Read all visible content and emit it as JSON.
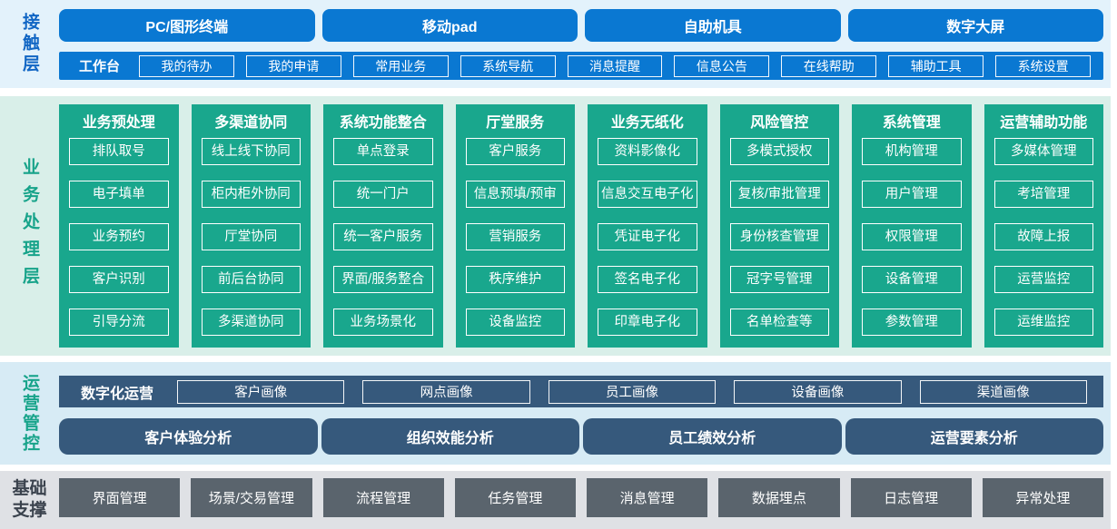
{
  "colors": {
    "blue": "#0a78d2",
    "blue_label": "#1166c4",
    "teal": "#19a78d",
    "teal_label": "#17a38a",
    "slate": "#36597c",
    "gray_btn": "#5a646d",
    "gray_label": "#3a424d",
    "band_blue": "#e3f2fb",
    "band_green": "#d9efe9",
    "band_ops": "#d7ebf5",
    "band_gray": "#dfe1e5"
  },
  "layers": {
    "contact": {
      "label": "接触层",
      "terminals": [
        "PC/图形终端",
        "移动pad",
        "自助机具",
        "数字大屏"
      ],
      "workbench_label": "工作台",
      "workbench_items": [
        "我的待办",
        "我的申请",
        "常用业务",
        "系统导航",
        "消息提醒",
        "信息公告",
        "在线帮助",
        "辅助工具",
        "系统设置"
      ]
    },
    "business": {
      "label": "业务处理层",
      "columns": [
        {
          "title": "业务预处理",
          "items": [
            "排队取号",
            "电子填单",
            "业务预约",
            "客户识别",
            "引导分流"
          ]
        },
        {
          "title": "多渠道协同",
          "items": [
            "线上线下协同",
            "柜内柜外协同",
            "厅堂协同",
            "前后台协同",
            "多渠道协同"
          ]
        },
        {
          "title": "系统功能整合",
          "items": [
            "单点登录",
            "统一门户",
            "统一客户服务",
            "界面/服务整合",
            "业务场景化"
          ]
        },
        {
          "title": "厅堂服务",
          "items": [
            "客户服务",
            "信息预填/预审",
            "营销服务",
            "秩序维护",
            "设备监控"
          ]
        },
        {
          "title": "业务无纸化",
          "items": [
            "资料影像化",
            "信息交互电子化",
            "凭证电子化",
            "签名电子化",
            "印章电子化"
          ]
        },
        {
          "title": "风险管控",
          "items": [
            "多模式授权",
            "复核/审批管理",
            "身份核查管理",
            "冠字号管理",
            "名单检查等"
          ]
        },
        {
          "title": "系统管理",
          "items": [
            "机构管理",
            "用户管理",
            "权限管理",
            "设备管理",
            "参数管理"
          ]
        },
        {
          "title": "运营辅助功能",
          "items": [
            "多媒体管理",
            "考培管理",
            "故障上报",
            "运营监控",
            "运维监控"
          ]
        }
      ]
    },
    "operations": {
      "label": "运营管控",
      "digital_label": "数字化运营",
      "portraits": [
        "客户画像",
        "网点画像",
        "员工画像",
        "设备画像",
        "渠道画像"
      ],
      "analytics": [
        "客户体验分析",
        "组织效能分析",
        "员工绩效分析",
        "运营要素分析"
      ]
    },
    "foundation": {
      "label": "基础支撑",
      "items": [
        "界面管理",
        "场景/交易管理",
        "流程管理",
        "任务管理",
        "消息管理",
        "数据埋点",
        "日志管理",
        "异常处理"
      ]
    }
  }
}
